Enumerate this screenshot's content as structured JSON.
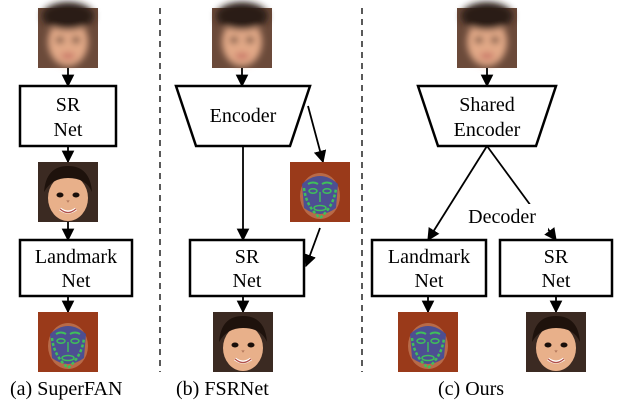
{
  "columns": {
    "a": {
      "caption": "(a) SuperFAN",
      "box1": [
        "SR",
        "Net"
      ],
      "box2": [
        "Landmark",
        "Net"
      ]
    },
    "b": {
      "caption": "(b) FSRNet",
      "encoder": "Encoder",
      "box": [
        "SR",
        "Net"
      ]
    },
    "c": {
      "caption": "(c) Ours",
      "encoder": [
        "Shared",
        "Encoder"
      ],
      "decoder": "Decoder",
      "left_box": [
        "Landmark",
        "Net"
      ],
      "right_box": [
        "SR",
        "Net"
      ]
    }
  },
  "images": {
    "low_res_face": "blurred-face",
    "high_res_face": "child-face",
    "landmark_face": "face-with-landmarks",
    "colors": {
      "skin": "#e8b08a",
      "hair": "#2a1a12",
      "landmark_bg": "#9a3a1a",
      "landmark_line": "#3fbf5a",
      "landmark_face": "#3a4aa0"
    }
  }
}
